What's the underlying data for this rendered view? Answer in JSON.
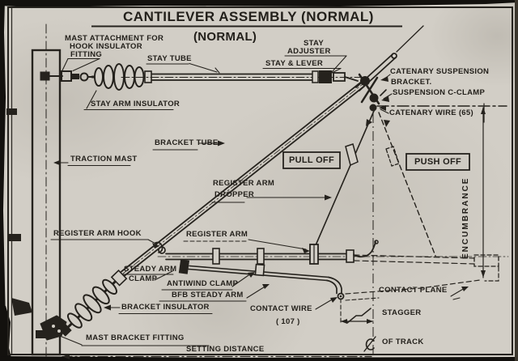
{
  "title": "CANTILEVER ASSEMBLY (NORMAL)",
  "subtitle": "(NORMAL)",
  "colors": {
    "ink": "#25221d",
    "paper": "#d2cec6"
  },
  "labels": {
    "mast_attachment_line1": "MAST ATTACHMENT FOR",
    "mast_attachment_line2": "HOOK INSULATOR",
    "mast_attachment_line3": "FITTING",
    "stay_tube": "STAY TUBE",
    "stay_adjuster_line1": "STAY",
    "stay_adjuster_line2": "ADJUSTER",
    "stay_and_lever": "STAY & LEVER",
    "stay_arm_insulator": "STAY ARM INSULATOR",
    "catenary_suspension_line1": "CATENARY SUSPENSION",
    "catenary_suspension_line2": "BRACKET.",
    "suspension_c_clamp": "SUSPENSION C-CLAMP",
    "catenary_wire": "CATENARY WIRE (65)",
    "bracket_tube": "BRACKET TUBE",
    "traction_mast": "TRACTION MAST",
    "pull_off": "PULL OFF",
    "push_off": "PUSH OFF",
    "register_arm_dropper_line1": "REGISTER ARM",
    "register_arm_dropper_line2": "DROPPER",
    "register_arm_hook": "REGISTER ARM HOOK",
    "register_arm": "REGISTER ARM",
    "steady_arm_clamp_line1": "STEADY ARM",
    "steady_arm_clamp_line2": "CLAMP",
    "antiwind_clamp": "ANTIWIND CLAMP",
    "bfb_steady_arm": "BFB STEADY ARM",
    "bracket_insulator": "BRACKET INSULATOR",
    "mast_bracket_fitting": "MAST BRACKET FITTING",
    "contact_wire": "CONTACT WIRE",
    "contact_wire_gauge": "( 107 )",
    "contact_plane": "CONTACT PLANE",
    "stagger": "STAGGER",
    "of_track": "OF TRACK",
    "encumbrance": "ENCUMBRANCE",
    "setting_distance": "SETTING DISTANCE"
  }
}
